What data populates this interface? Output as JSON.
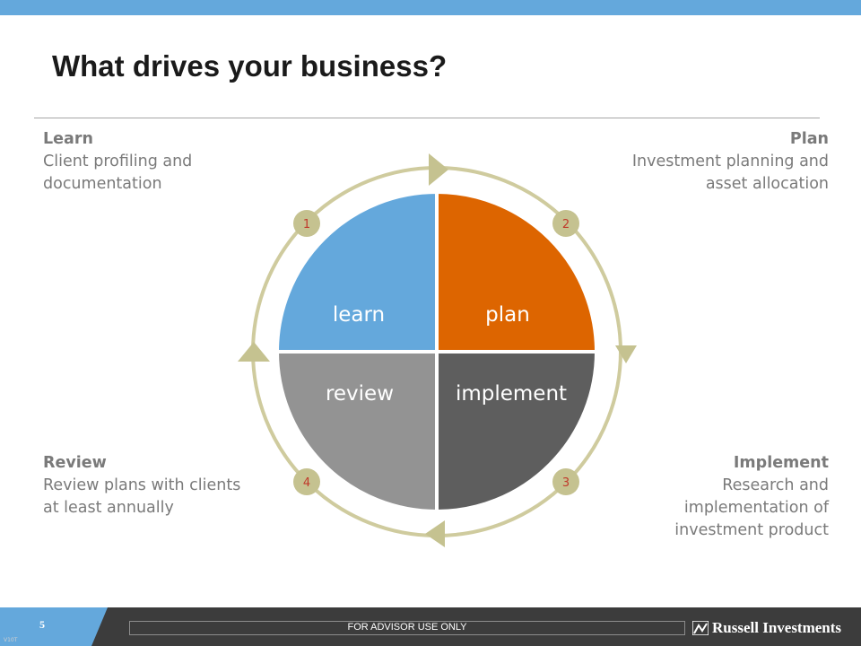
{
  "slide": {
    "title": "What drives your business?",
    "page_number": "5",
    "version_code": "V10T",
    "footer_notice": "FOR ADVISOR USE ONLY",
    "brand": "Russell Investments"
  },
  "colors": {
    "top_bar": "#64a8dc",
    "learn": "#64a8dc",
    "plan": "#dd6500",
    "review": "#939393",
    "implement": "#5e5e5e",
    "cycle_ring": "#cfcb9e",
    "step_badge": "#c5c290",
    "step_number": "#c0392b",
    "footer": "#3c3c3c"
  },
  "cycle": {
    "quadrants": [
      {
        "id": "learn",
        "label": "learn",
        "step": "1"
      },
      {
        "id": "plan",
        "label": "plan",
        "step": "2"
      },
      {
        "id": "implement",
        "label": "implement",
        "step": "3"
      },
      {
        "id": "review",
        "label": "review",
        "step": "4"
      }
    ]
  },
  "notes": {
    "learn": {
      "heading": "Learn",
      "body": "Client profiling and documentation"
    },
    "plan": {
      "heading": "Plan",
      "body": "Investment planning and asset allocation"
    },
    "review": {
      "heading": "Review",
      "body": "Review plans with clients at least annually"
    },
    "implement": {
      "heading": "Implement",
      "body": "Research and implementation of investment product"
    }
  }
}
